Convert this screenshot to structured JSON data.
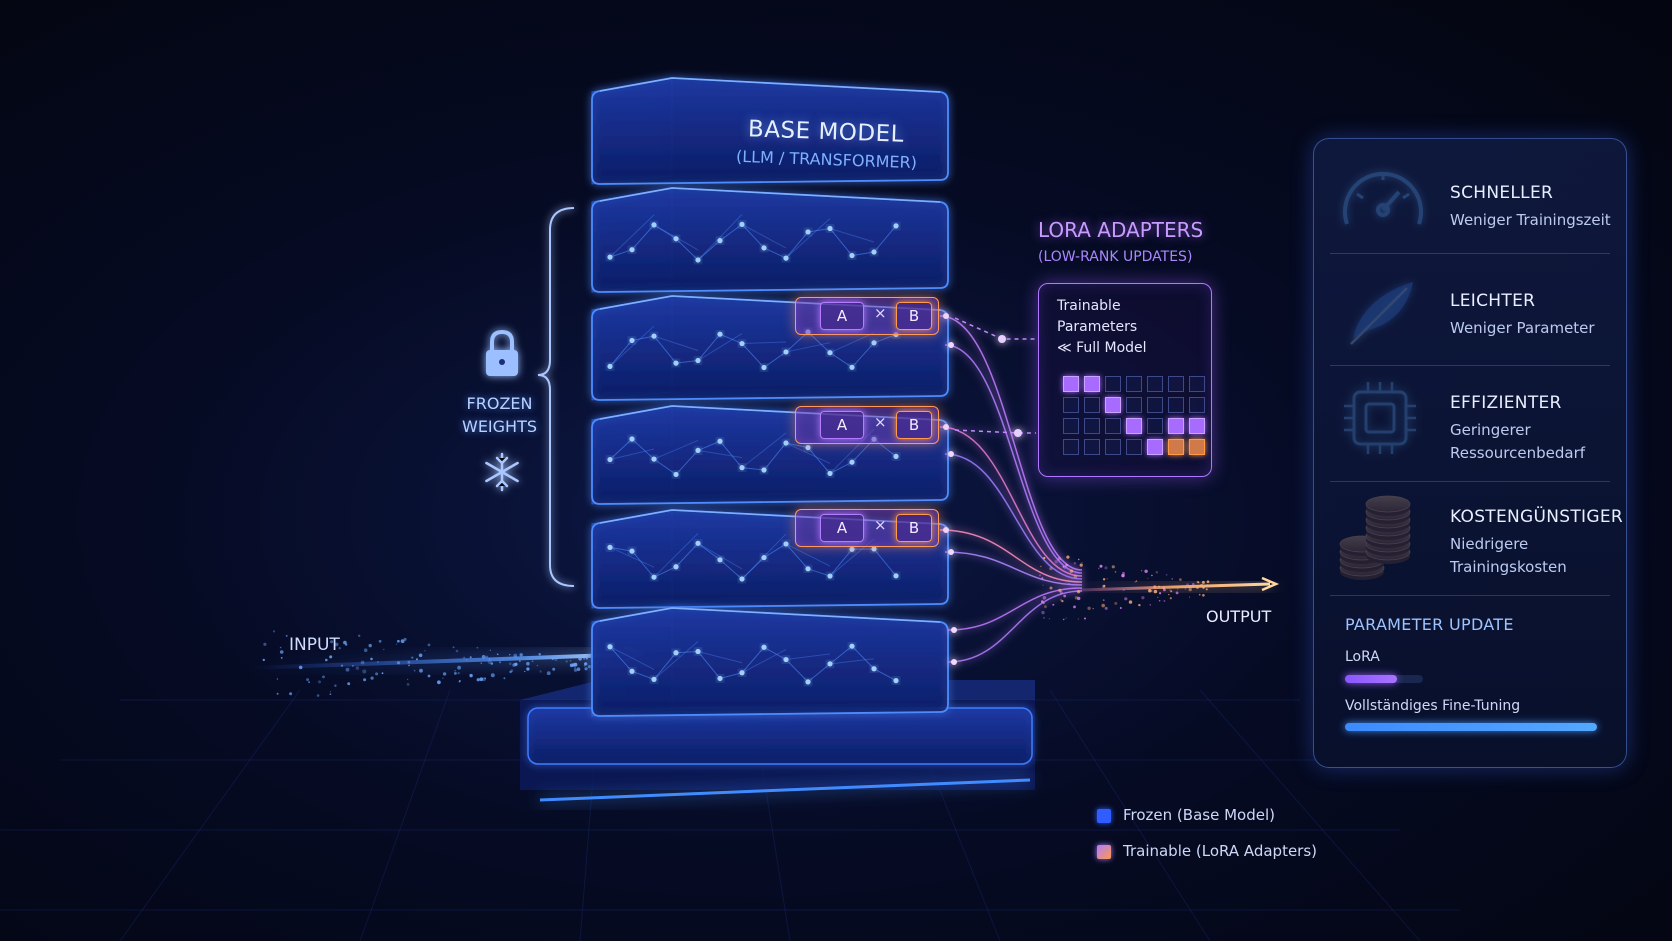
{
  "base_model": {
    "title": "BASE MODEL",
    "subtitle": "(LLM / TRANSFORMER)"
  },
  "lora": {
    "title": "LORA ADAPTERS",
    "subtitle": "(LOW-RANK UPDATES)"
  },
  "adapter": {
    "a_label": "A",
    "times": "×",
    "b_label": "B"
  },
  "trainable_box": {
    "line1": "Trainable",
    "line2": "Parameters",
    "line3": "≪ Full Model",
    "grid": [
      [
        "p",
        "p",
        "",
        "",
        "",
        "",
        ""
      ],
      [
        "",
        "",
        "p",
        "",
        "",
        "",
        ""
      ],
      [
        "",
        "",
        "",
        "p",
        "",
        "p",
        "p"
      ],
      [
        "",
        "",
        "",
        "",
        "p",
        "o",
        "o"
      ]
    ]
  },
  "frozen": {
    "line1": "FROZEN",
    "line2": "WEIGHTS"
  },
  "io": {
    "input": "INPUT",
    "output": "OUTPUT"
  },
  "benefits": [
    {
      "title": "SCHNELLER",
      "desc1": "Weniger Trainingszeit",
      "desc2": "",
      "icon": "speedometer-icon"
    },
    {
      "title": "LEICHTER",
      "desc1": "Weniger Parameter",
      "desc2": "",
      "icon": "feather-icon"
    },
    {
      "title": "EFFIZIENTER",
      "desc1": "Geringerer",
      "desc2": "Ressourcenbedarf",
      "icon": "chip-icon"
    },
    {
      "title": "KOSTENGÜNSTIGER",
      "desc1": "Niedrigere",
      "desc2": "Trainingskosten",
      "icon": "coins-icon"
    }
  ],
  "parameter_update": {
    "title": "PARAMETER UPDATE",
    "lora_label": "LoRA",
    "lora_fraction": 0.2,
    "full_label": "Vollständiges Fine-Tuning",
    "full_fraction": 1.0
  },
  "legend": [
    {
      "label": "Frozen (Base Model)",
      "color": "#2f5dff"
    },
    {
      "label": "Trainable  (LoRA Adapters)",
      "color": "#b07cff"
    }
  ],
  "colors": {
    "frozen_blue": "#2f6bff",
    "trainable_purple": "#a86bff",
    "trainable_orange": "#ff9a4a",
    "accent_cyan": "#5fb4ff"
  }
}
